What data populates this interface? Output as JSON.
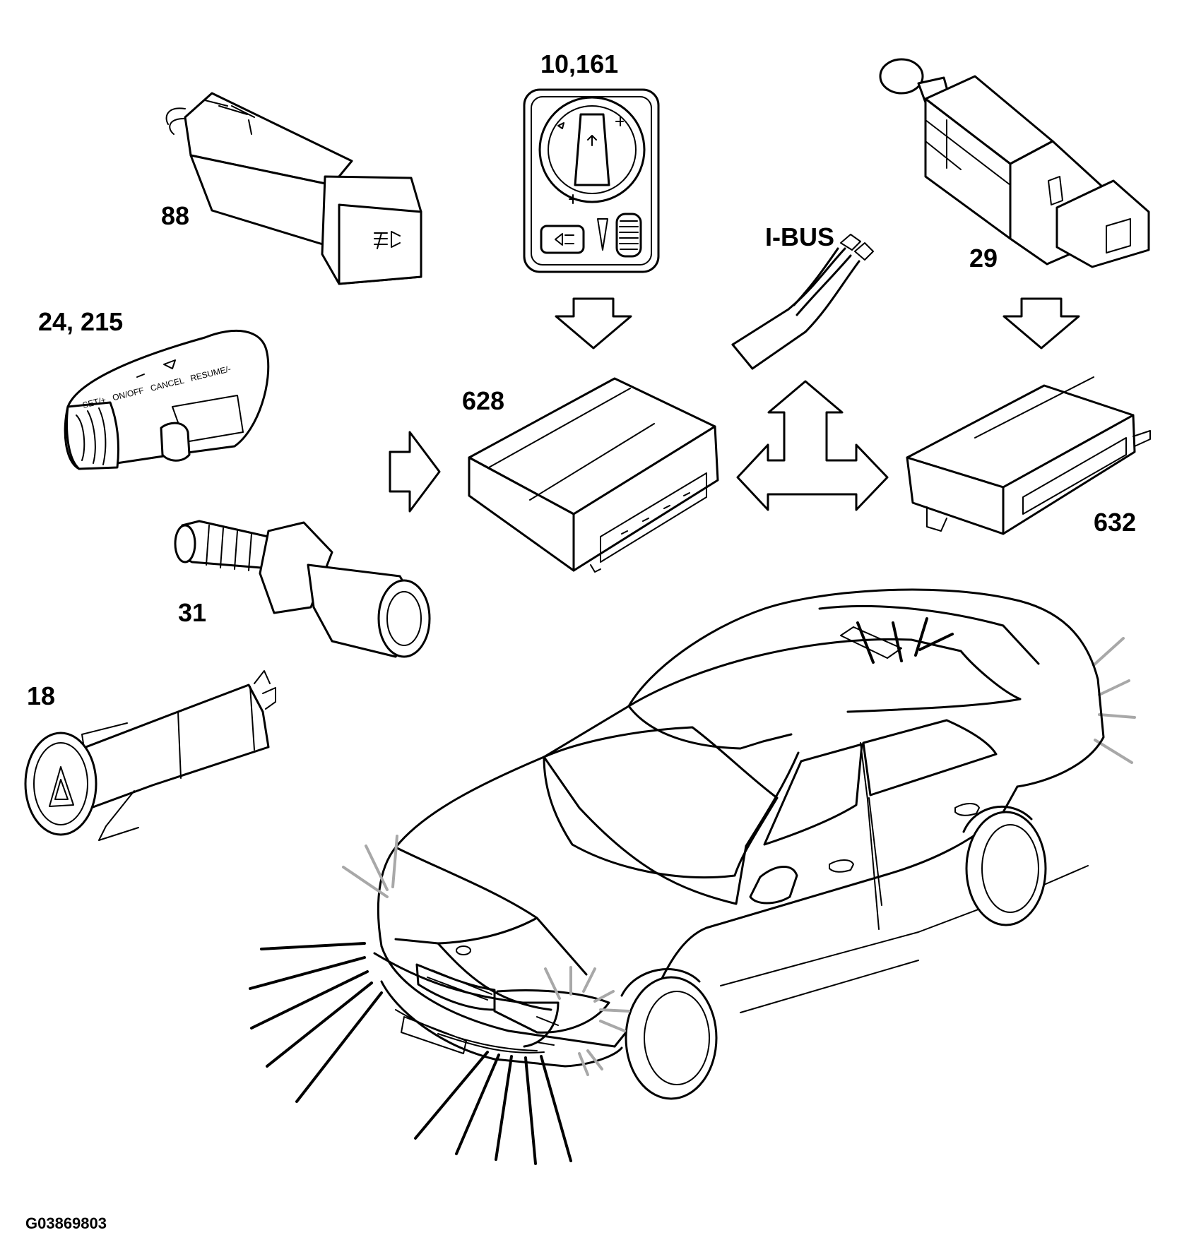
{
  "labels": {
    "light_switch": "10,161",
    "fog_switch": "88",
    "brake_switch": "29",
    "ibus": "I-BUS",
    "stalk": "24, 215",
    "main_ecu": "628",
    "ecu_632": "632",
    "reverse_switch": "31",
    "hazard_switch": "18"
  },
  "figure_code": "G03869803"
}
